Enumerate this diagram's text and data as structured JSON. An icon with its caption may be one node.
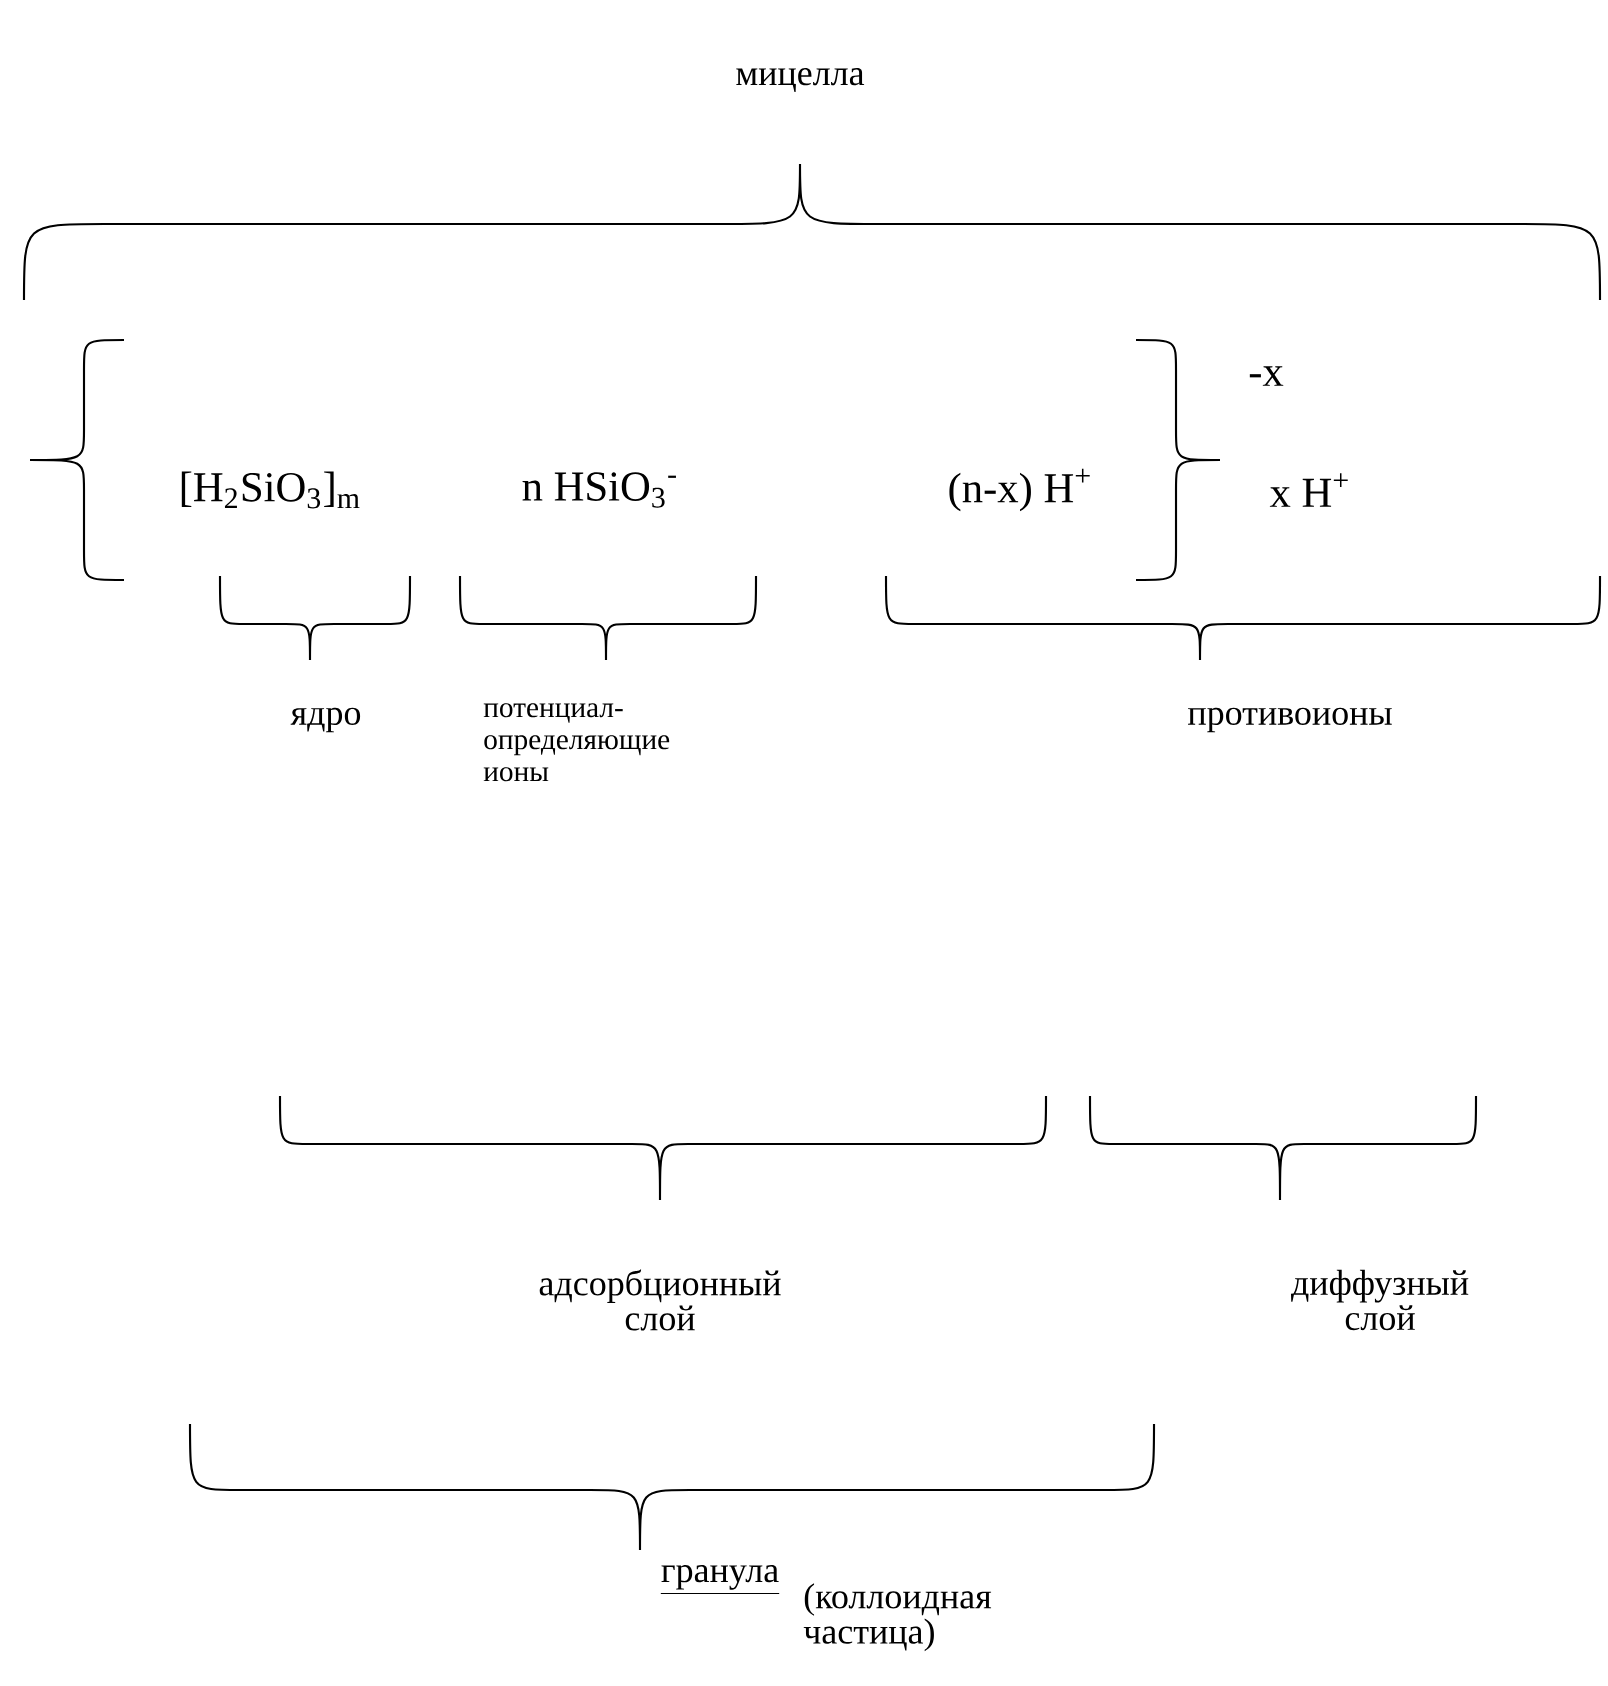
{
  "diagram": {
    "labels": [
      "мицелла",
      "[H$_{2}$SiO$_{3}$]$_{m}$",
      "n HSiO$_{3}$$^{-}$",
      "(n-x) H$^{+}$",
      "-x",
      "x H$^{+}$",
      "ядро",
      "потенциал- определяющие ионы",
      "противоионы",
      "адсорбционный слой",
      "диффузный слой",
      "гранула",
      "(коллоидная частица)"
    ]
  }
}
